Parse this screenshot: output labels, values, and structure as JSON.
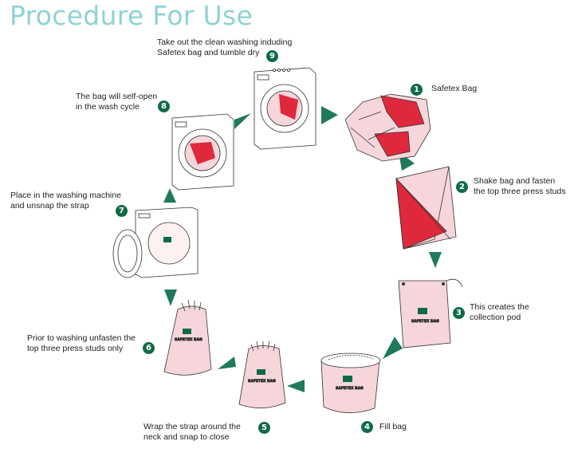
{
  "title": "Procedure For Use",
  "steps": [
    {
      "number": "1",
      "text": "Safetex Bag"
    },
    {
      "number": "2",
      "text": "Shake bag and fasten\nthe top three press studs"
    },
    {
      "number": "3",
      "text": "This creates the\ncollection pod"
    },
    {
      "number": "4",
      "text": "Fill bag"
    },
    {
      "number": "5",
      "text": "Wrap the strap around the\nneck and snap to close"
    },
    {
      "number": "6",
      "text": "Prior to washing unfasten the\ntop three press studs only"
    },
    {
      "number": "7",
      "text": "Place in the washing machine\nand unsnap the strap"
    },
    {
      "number": "8",
      "text": "The bag will self-open\nin the wash cycle"
    },
    {
      "number": "9",
      "text": "Take out the clean washing induding\nSafetex bag and tumble dry"
    }
  ],
  "bag_label": "SAFETEX BAG",
  "colors": {
    "title": "#8fd3d3",
    "badge": "#0f6b45",
    "arrow": "#1f7a5a",
    "bag_pink": "#f6d6da",
    "bag_red": "#e0283c"
  }
}
